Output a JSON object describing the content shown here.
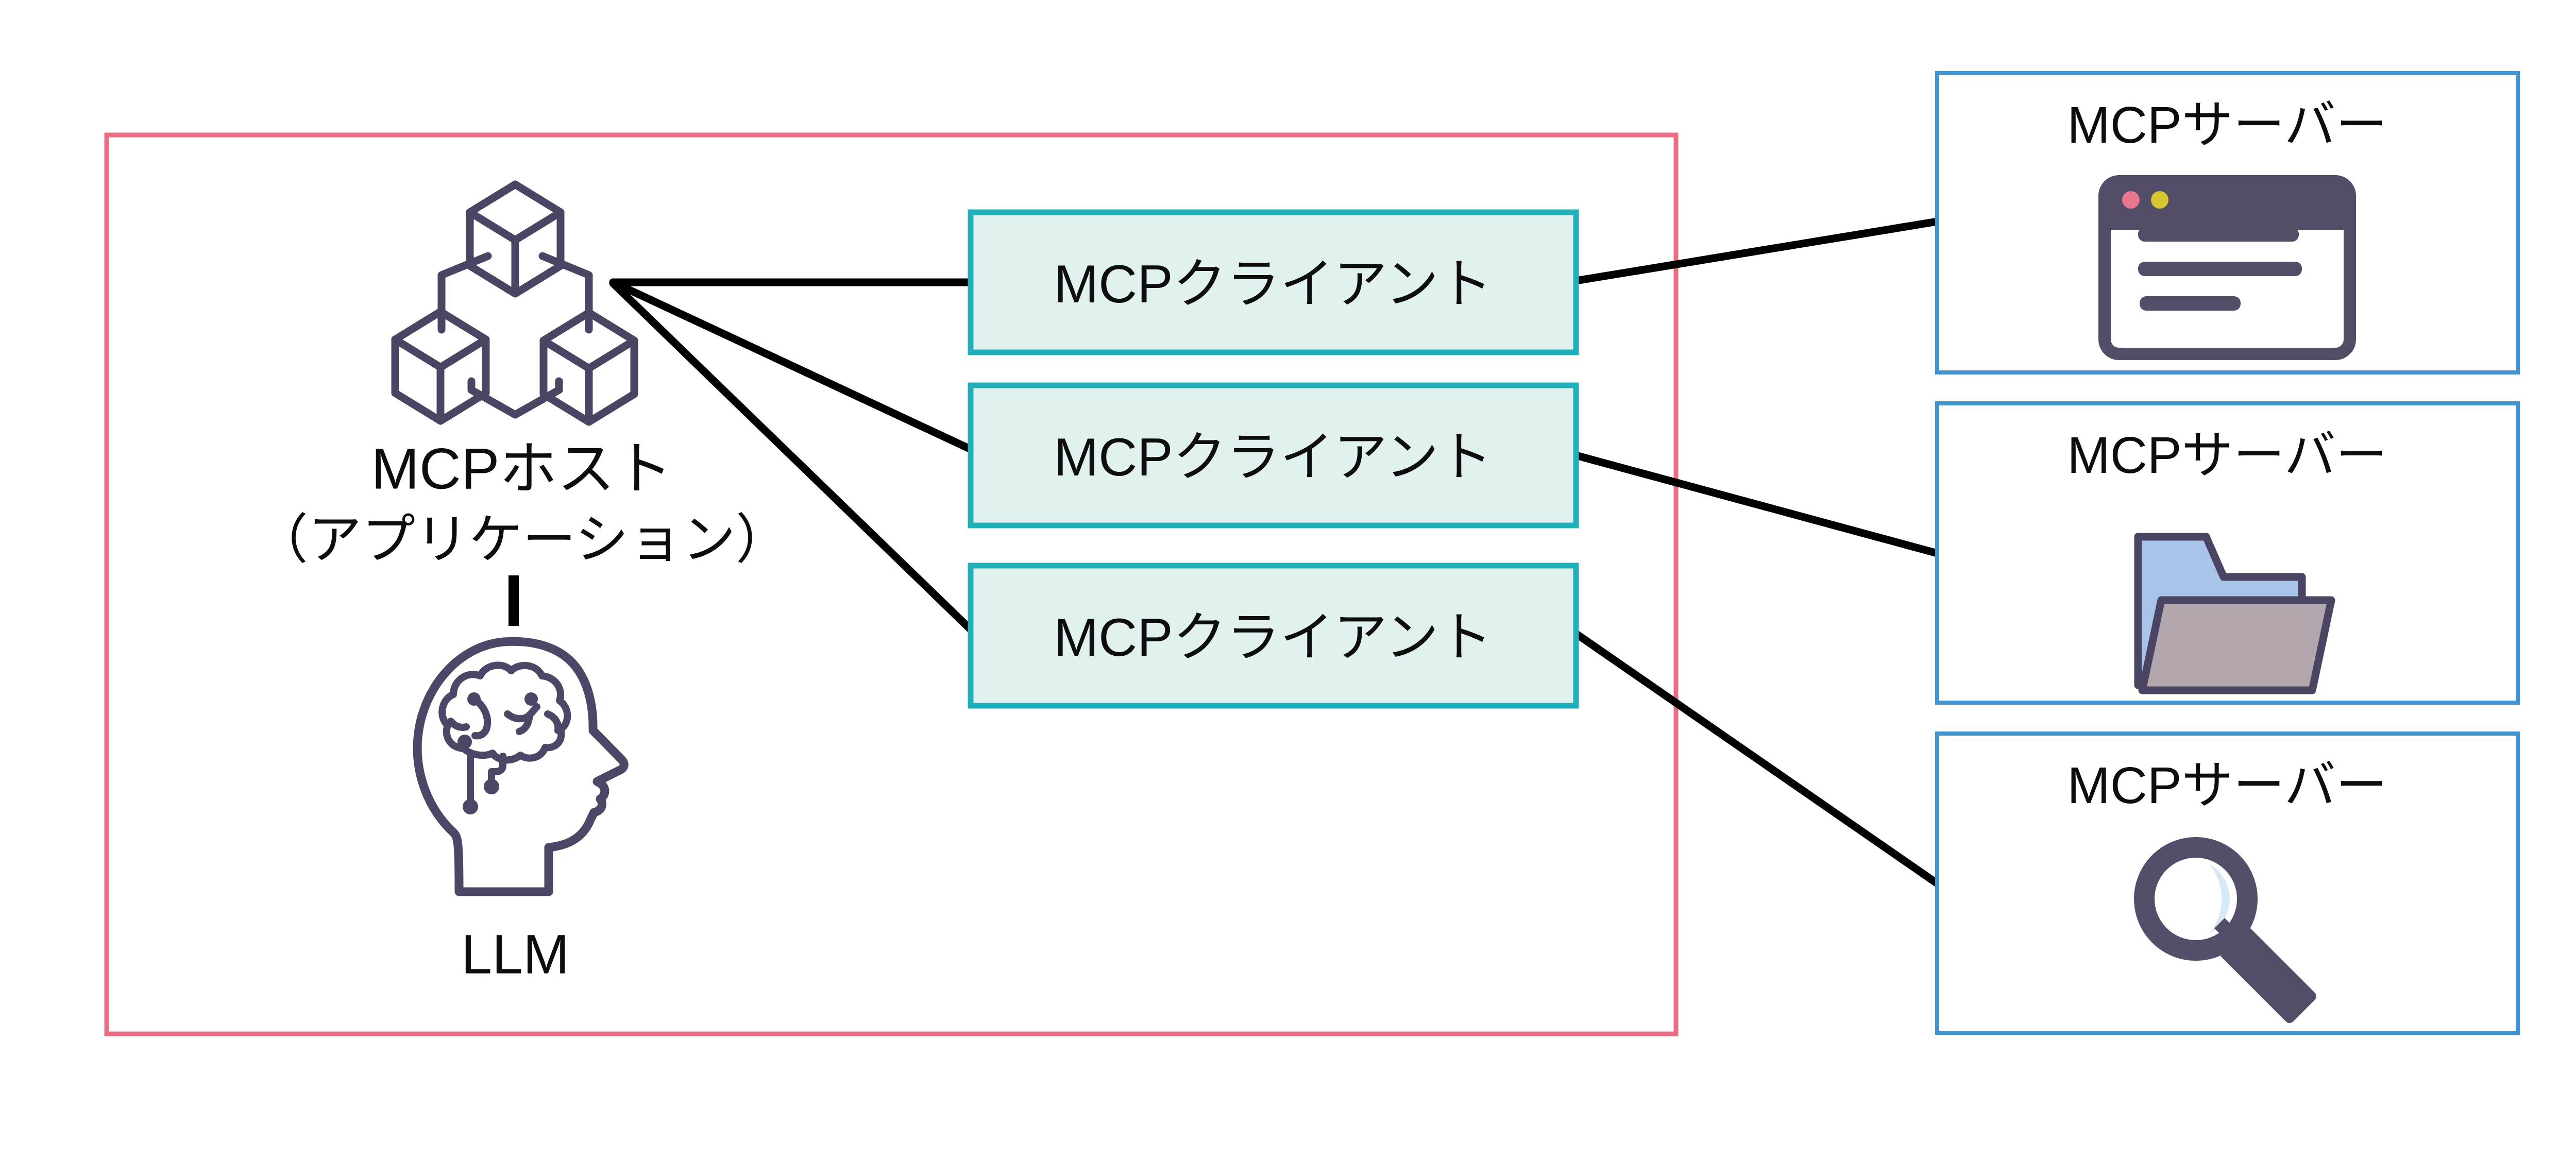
{
  "diagram": {
    "kind": "MCP architecture diagram",
    "host": {
      "title_line1": "MCPホスト",
      "title_line2": "（アプリケーション）",
      "host_icon": "cubes-icon",
      "llm_label": "LLM",
      "llm_icon": "brain-head-icon"
    },
    "clients": [
      {
        "label": "MCPクライアント"
      },
      {
        "label": "MCPクライアント"
      },
      {
        "label": "MCPクライアント"
      }
    ],
    "servers": [
      {
        "label": "MCPサーバー",
        "icon": "browser-window-icon"
      },
      {
        "label": "MCPサーバー",
        "icon": "folder-icon"
      },
      {
        "label": "MCPサーバー",
        "icon": "magnifier-icon"
      }
    ],
    "colors": {
      "host_border": "#EC6E84",
      "client_border": "#21B0BA",
      "client_fill": "#E1F1F0",
      "server_border": "#4293CF",
      "icon_purple": "#4A4563",
      "browser_dot_pink": "#E8768F",
      "browser_dot_yellow": "#D8C731",
      "folder_back_blue": "#A9C4E9",
      "folder_front_mauve": "#B2A7AF",
      "magnifier_glare_blue": "#D7E8F6",
      "connector_black": "#000000",
      "text_black": "#0d0d0d"
    }
  }
}
